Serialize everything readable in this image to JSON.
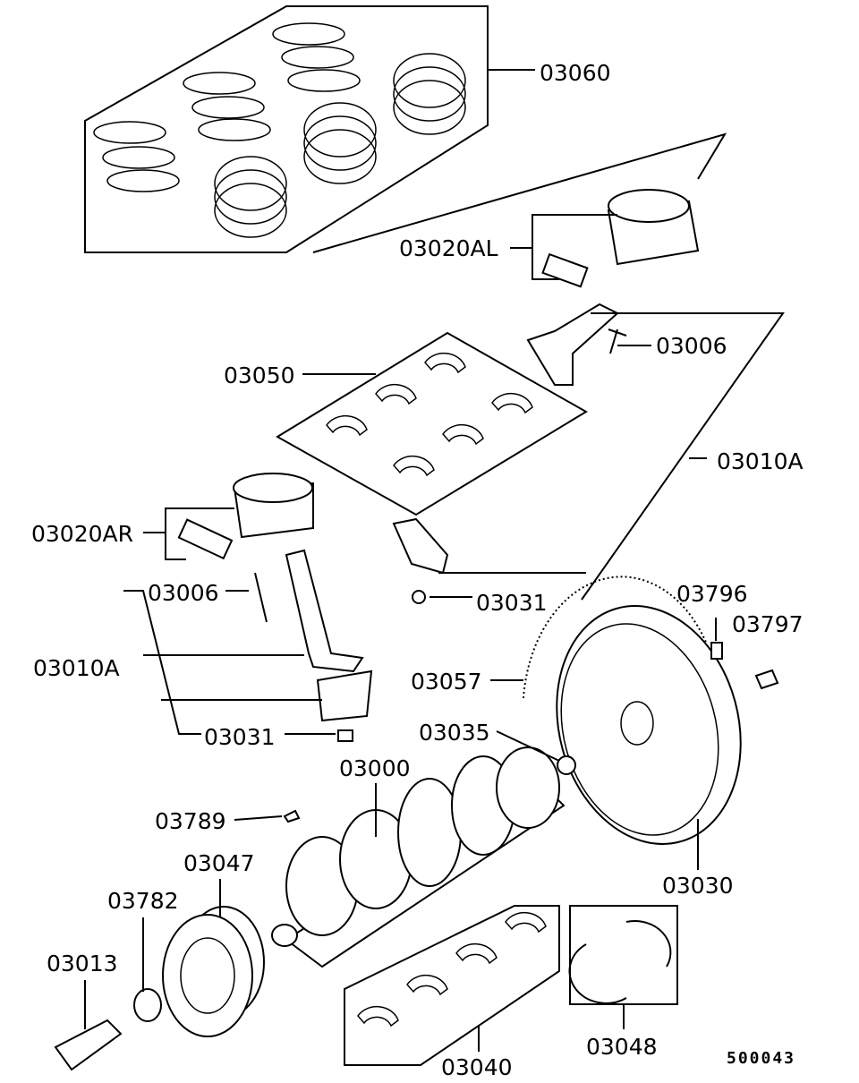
{
  "diagram": {
    "part_labels": [
      "03060",
      "03020AL",
      "03006",
      "03050",
      "03010A",
      "03020AR",
      "03006",
      "03031",
      "03796",
      "03797",
      "03010A",
      "03057",
      "03035",
      "03031",
      "03000",
      "03789",
      "03047",
      "03030",
      "03782",
      "03013",
      "03048",
      "03040"
    ],
    "figure_code": "500043",
    "line_color": "#000000",
    "background": "#ffffff"
  }
}
